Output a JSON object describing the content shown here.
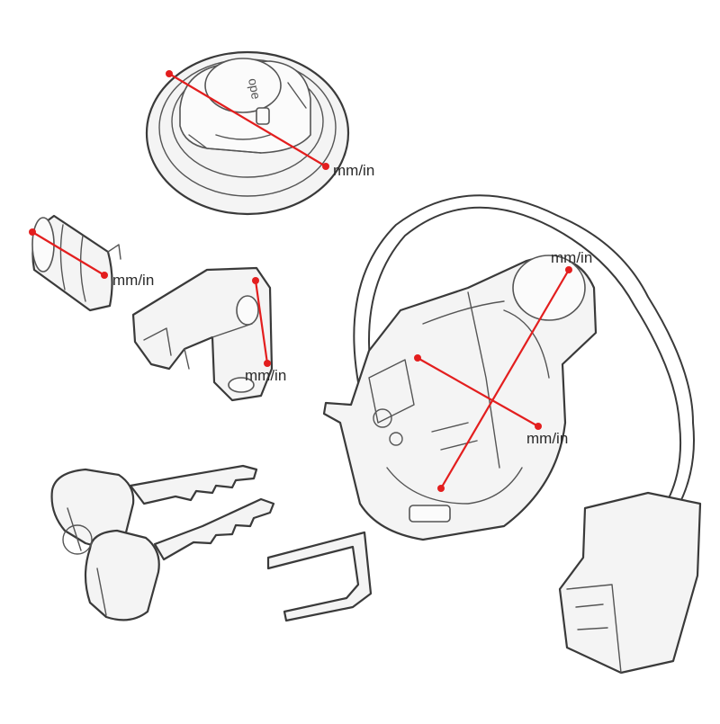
{
  "product_image": {
    "dimension_labels": [
      "mm/in",
      "mm/in",
      "mm/in",
      "mm/in",
      "mm/in"
    ],
    "cap_mark": "ope",
    "arrow_color": "#e31e1e"
  }
}
